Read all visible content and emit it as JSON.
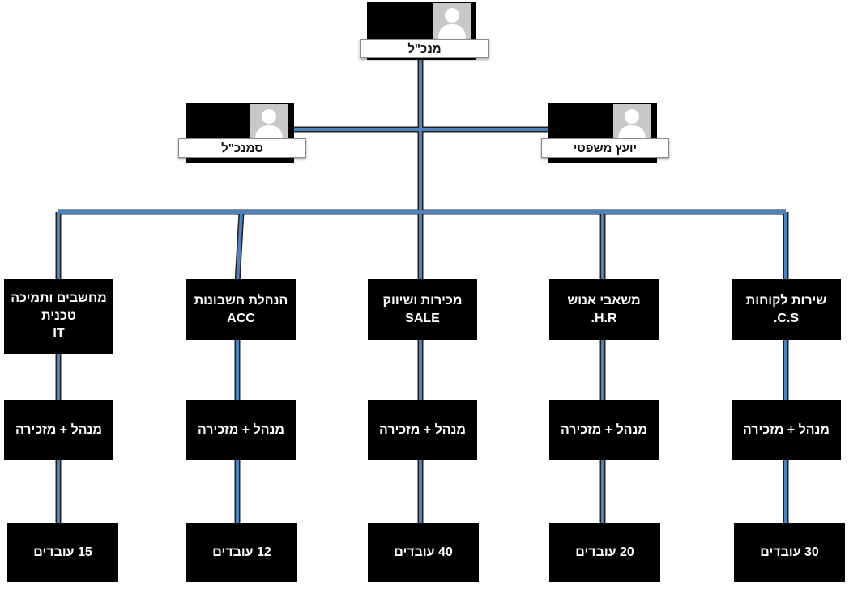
{
  "colors": {
    "connector": "#4f81bd",
    "box": "#000000",
    "box_text": "#ffffff",
    "photo_bg": "#c8c8c8"
  },
  "executives": [
    {
      "id": "ceo",
      "title": "מנכ\"ל",
      "icon": "person-silhouette-icon"
    },
    {
      "id": "deputy",
      "title": "סמנכ\"ל",
      "icon": "person-silhouette-icon"
    },
    {
      "id": "legal",
      "title": "יועץ משפטי",
      "icon": "person-silhouette-icon"
    }
  ],
  "departments": [
    {
      "lines": [
        "מחשבים ותמיכה",
        "טכנית",
        "IT"
      ],
      "manager": "מנהל + מזכירה",
      "staff": "15 עובדים"
    },
    {
      "lines": [
        "הנהלת חשבונות",
        "ACC"
      ],
      "manager": "מנהל + מזכירה",
      "staff": "12 עובדים"
    },
    {
      "lines": [
        "מכירות ושיווק",
        "SALE"
      ],
      "manager": "מנהל + מזכירה",
      "staff": "40 עובדים"
    },
    {
      "lines": [
        "משאבי אנוש",
        "H.R."
      ],
      "manager": "מנהל + מזכירה",
      "staff": "20 עובדים"
    },
    {
      "lines": [
        "שירות לקוחות",
        "C.S."
      ],
      "manager": "מנהל + מזכירה",
      "staff": "30 עובדים"
    }
  ]
}
